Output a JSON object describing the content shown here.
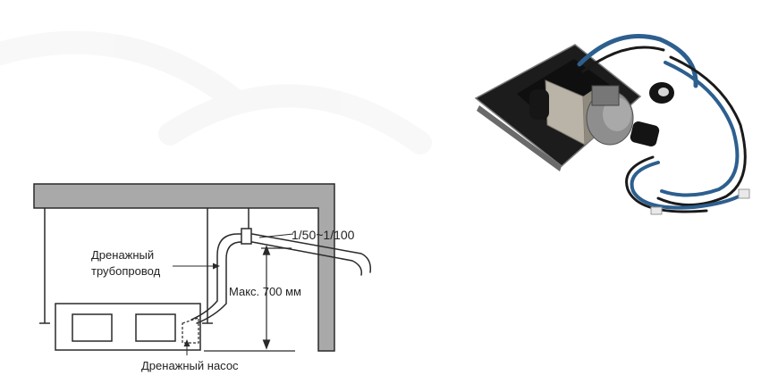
{
  "labels": {
    "drain_pipe_line1": "Дренажный",
    "drain_pipe_line2": "трубопровод",
    "slope": "1/50~1/100",
    "max_height": "Макс. 700 мм",
    "drain_pump": "Дренажный насос"
  },
  "colors": {
    "ceiling": "#a9a9a9",
    "line": "#2a2a2a",
    "plate": "#1a1a1a",
    "bracket": "#b9b3a8",
    "pump_body": "#8e8e8e",
    "cable": "#2d5f8f"
  },
  "photo": {
    "subject": "drain-pump-unit",
    "icon": "pump-photo"
  }
}
